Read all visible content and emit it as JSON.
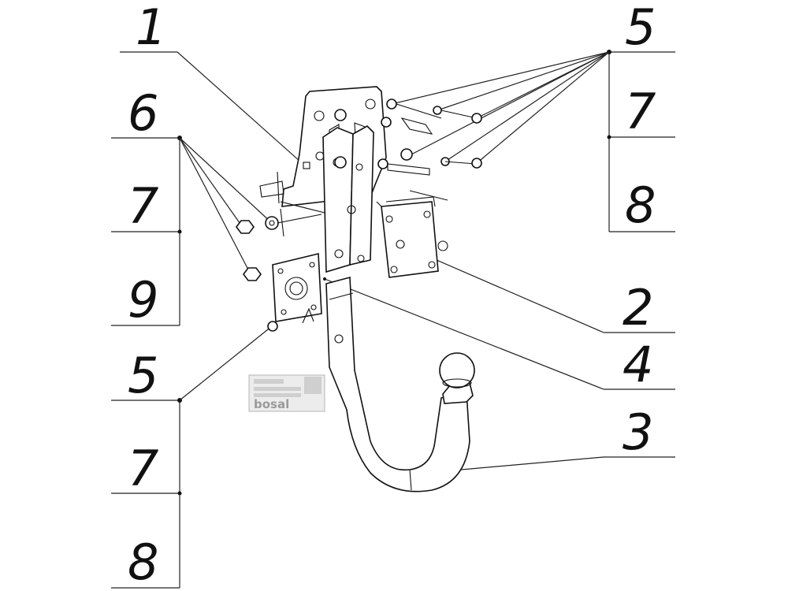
{
  "callouts": {
    "c1": "1",
    "c5_top": "5",
    "c7_top": "7",
    "c8_top": "8",
    "c6": "6",
    "c7_left": "7",
    "c9": "9",
    "c2": "2",
    "c4": "4",
    "c5_bottom": "5",
    "c3": "3",
    "c7_bottom": "7",
    "c8_bottom": "8"
  },
  "label_plate": {
    "brand": "bosal"
  }
}
